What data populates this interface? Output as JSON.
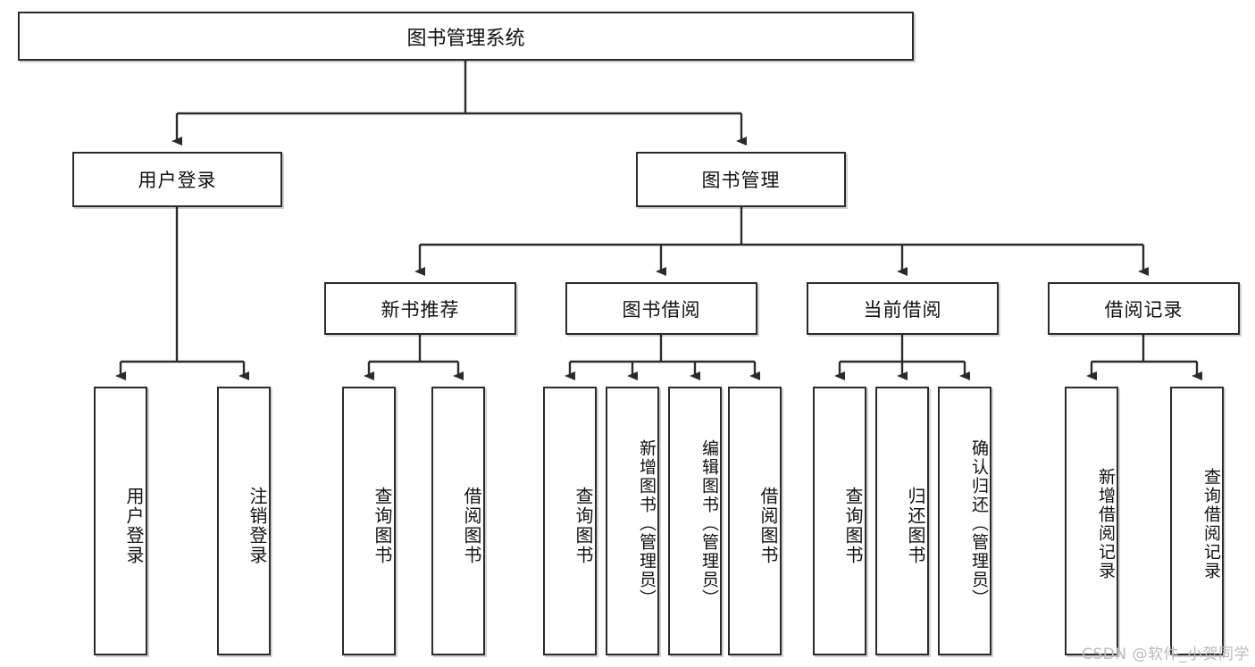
{
  "diagram": {
    "title": "图书管理系统",
    "type": "tree-hierarchy-chart",
    "root": {
      "label": "图书管理系统"
    },
    "level2": [
      {
        "label": "用户登录"
      },
      {
        "label": "图书管理"
      }
    ],
    "level3": [
      {
        "label": "新书推荐"
      },
      {
        "label": "图书借阅"
      },
      {
        "label": "当前借阅"
      },
      {
        "label": "借阅记录"
      }
    ],
    "leaves": {
      "user_login": [
        {
          "label": "用户登录"
        },
        {
          "label": "注销登录"
        }
      ],
      "new_book_recommend": [
        {
          "label": "查询图书"
        },
        {
          "label": "借阅图书"
        }
      ],
      "book_borrow": [
        {
          "label": "查询图书"
        },
        {
          "label": "新增图书（管理员）"
        },
        {
          "label": "编辑图书（管理员）"
        },
        {
          "label": "借阅图书"
        }
      ],
      "current_borrow": [
        {
          "label": "查询图书"
        },
        {
          "label": "归还图书"
        },
        {
          "label": "确认归还（管理员）"
        }
      ],
      "borrow_record": [
        {
          "label": "新增借阅记录"
        },
        {
          "label": "查询借阅记录"
        }
      ]
    }
  },
  "watermark": {
    "text": "CSDN @软件_小贺同学"
  },
  "colors": {
    "background": "#ffffff",
    "box_border": "#2b2b2b",
    "box_fill": "#ffffff",
    "text": "#111111",
    "connector": "#2b2b2b",
    "watermark": "#b9b9b9"
  }
}
